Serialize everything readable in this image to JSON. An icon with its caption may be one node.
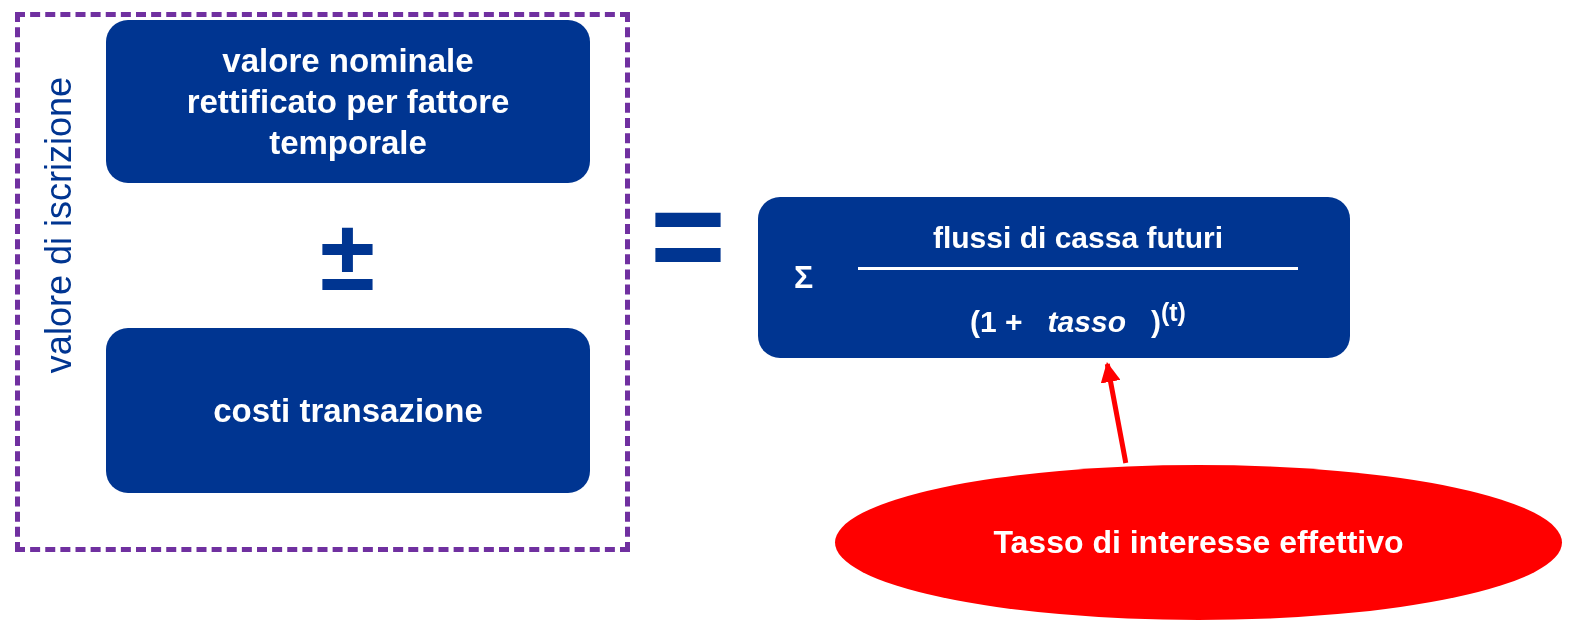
{
  "diagram": {
    "nodes": [
      {
        "text": [
          "valore di iscrizione"
        ]
      },
      {
        "text": [
          "valore nominale rettificato per fattore temporale"
        ],
        "in": 0
      },
      {
        "text": [
          "costi transazione"
        ],
        "in": 0
      },
      {
        "text": [
          "Σ",
          "flussi di cassa futuri",
          "(1 +   *tasso*   )$^{(t)}$"
        ]
      },
      {
        "text": [
          "Tasso di interesse effettivo"
        ]
      }
    ],
    "edges": [
      {
        "from": 4,
        "to": 3,
        "arrow": "to",
        "color": "#ff0000"
      }
    ],
    "labels": [
      "±",
      "="
    ]
  }
}
